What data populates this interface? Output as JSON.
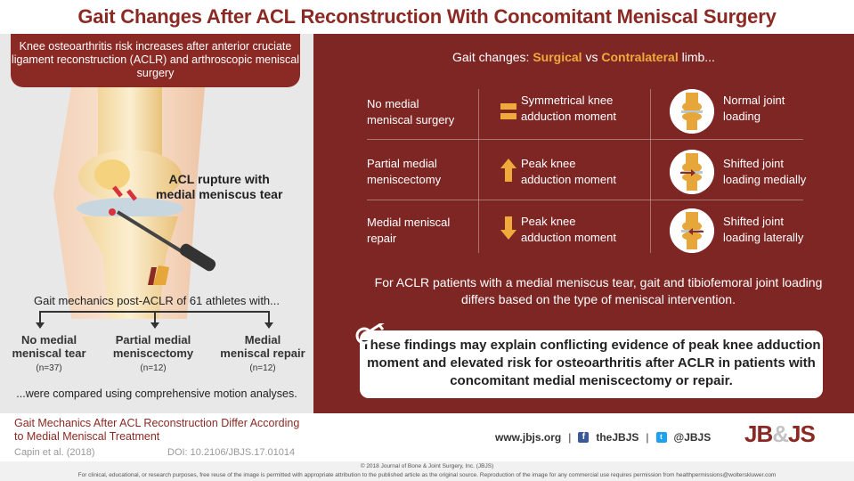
{
  "title": "Gait Changes After ACL Reconstruction With Concomitant Meniscal Surgery",
  "left": {
    "risk_text": "Knee osteoarthritis risk increases after anterior cruciate ligament reconstruction (ACLR) and arthroscopic meniscal surgery",
    "acl_label_1": "ACL rupture with",
    "acl_label_2": "medial meniscus tear",
    "study_title": "Gait mechanics post-ACLR of 61 athletes with...",
    "groups": [
      {
        "line1": "No medial",
        "line2": "meniscal tear",
        "n": "(n=37)"
      },
      {
        "line1": "Partial medial",
        "line2": "meniscectomy",
        "n": "(n=12)"
      },
      {
        "line1": "Medial",
        "line2": "meniscal repair",
        "n": "(n=12)"
      }
    ],
    "compare_text": "...were compared using comprehensive motion analyses."
  },
  "right": {
    "gait_prefix": "Gait changes: ",
    "surgical": "Surgical",
    "vs": " vs ",
    "contralateral": "Contralateral",
    "suffix": " limb...",
    "rows": [
      {
        "label1": "No medial",
        "label2": "meniscal surgery",
        "desc1": "Symmetrical knee",
        "desc2": "adduction moment",
        "res1": "Normal joint",
        "res2": "loading"
      },
      {
        "label1": "Partial medial",
        "label2": "meniscectomy",
        "desc1": "Peak knee",
        "desc2": "adduction moment",
        "res1": "Shifted joint",
        "res2": "loading medially"
      },
      {
        "label1": "Medial meniscal",
        "label2": "repair",
        "desc1": "Peak knee",
        "desc2": "adduction moment",
        "res1": "Shifted joint",
        "res2": "loading laterally"
      }
    ],
    "summary": "For ACLR patients with a medial meniscus tear, gait and tibiofemoral joint loading differs based on the type of meniscal intervention.",
    "finding": "These findings may explain conflicting evidence of peak knee adduction moment and elevated risk for osteoarthritis after ACLR in patients with concomitant medial meniscectomy or repair."
  },
  "footer": {
    "article_title_1": "Gait Mechanics After ACL Reconstruction Differ According",
    "article_title_2": "to Medial Meniscal Treatment",
    "cite": "Capin et al. (2018)",
    "doi": "DOI: 10.2106/JBJS.17.01014",
    "website": "www.jbjs.org",
    "facebook": "theJBJS",
    "twitter": "@JBJS",
    "logo_left": "JB",
    "logo_amp": "&",
    "logo_right": "JS",
    "copyright": "© 2018 Journal of Bone & Joint Surgery, Inc. (JBJS)",
    "legal": "For clinical, educational, or research purposes, free reuse of the image is permitted with appropriate attribution to the published article as the original source. Reproduction of the image for any commercial use requires permission from healthpermissions@wolterskluwer.com"
  },
  "colors": {
    "brand": "#8b2a24",
    "panel": "#7e2624",
    "accent": "#f2a93b"
  },
  "icons": [
    "equals-icon",
    "arrow-up-icon",
    "arrow-down-icon",
    "knee-joint-icon",
    "key-icon",
    "facebook-icon",
    "twitter-icon"
  ]
}
